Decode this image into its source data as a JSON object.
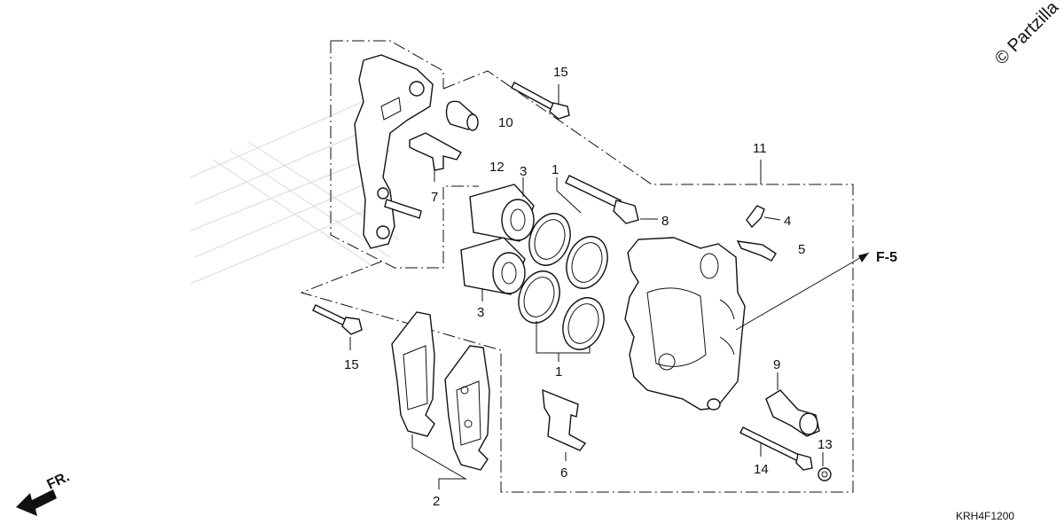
{
  "copyright": "© Partzilla",
  "diagram_code": "KRH4F1200",
  "direction_label": "FR.",
  "reference_label": "F-5",
  "callouts": {
    "c1a": "1",
    "c1b": "1",
    "c2": "2",
    "c3a": "3",
    "c3b": "3",
    "c4": "4",
    "c5": "5",
    "c6": "6",
    "c7": "7",
    "c8": "8",
    "c9": "9",
    "c10": "10",
    "c11": "11",
    "c12": "12",
    "c13": "13",
    "c14": "14",
    "c15a": "15",
    "c15b": "15"
  }
}
